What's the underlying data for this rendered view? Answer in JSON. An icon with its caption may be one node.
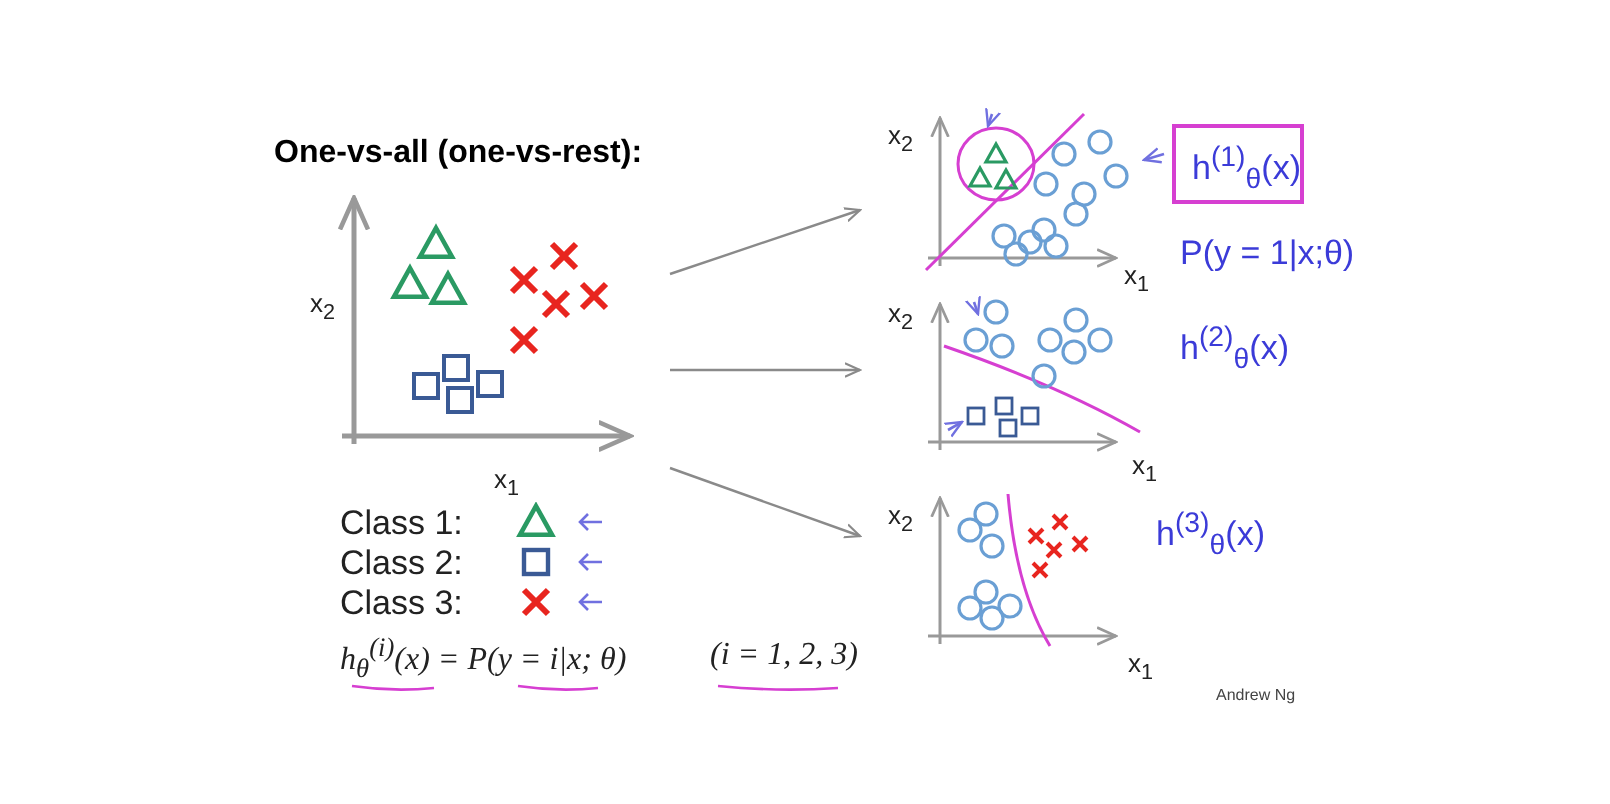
{
  "diagram": {
    "title": "One-vs-all (one-vs-rest):",
    "nodes": [
      {
        "text": [
          "x$_{2}$",
          "x$_{1}$"
        ]
      },
      {
        "text": [
          "x$_{2}$",
          "x$_{1}$"
        ]
      },
      {
        "text": [
          "x$_{2}$",
          "x$_{1}$"
        ]
      },
      {
        "text": [
          "x$_{2}$",
          "x$_{1}$"
        ]
      },
      {
        "text": [
          "h$^{(1)}$$_{θ}$(x)"
        ]
      }
    ],
    "edges": [
      {
        "from": 0,
        "to": 1,
        "arrow": "to"
      },
      {
        "from": 0,
        "to": 2,
        "arrow": "to"
      },
      {
        "from": 0,
        "to": 3,
        "arrow": "to"
      }
    ],
    "labels": [
      "h$_{θ}$$^{(i)}$(x) = P(y = i|x; θ)",
      "(i = 1, 2, 3)",
      "P(y = 1|x;θ)",
      "h$^{(2)}$$_{θ}$(x)",
      "h$^{(3)}$$_{θ}$(x)",
      "Andrew Ng"
    ],
    "legend": [
      {
        "text": "Class 1:"
      },
      {
        "text": "Class 2:"
      },
      {
        "text": "Class 3:"
      }
    ]
  }
}
